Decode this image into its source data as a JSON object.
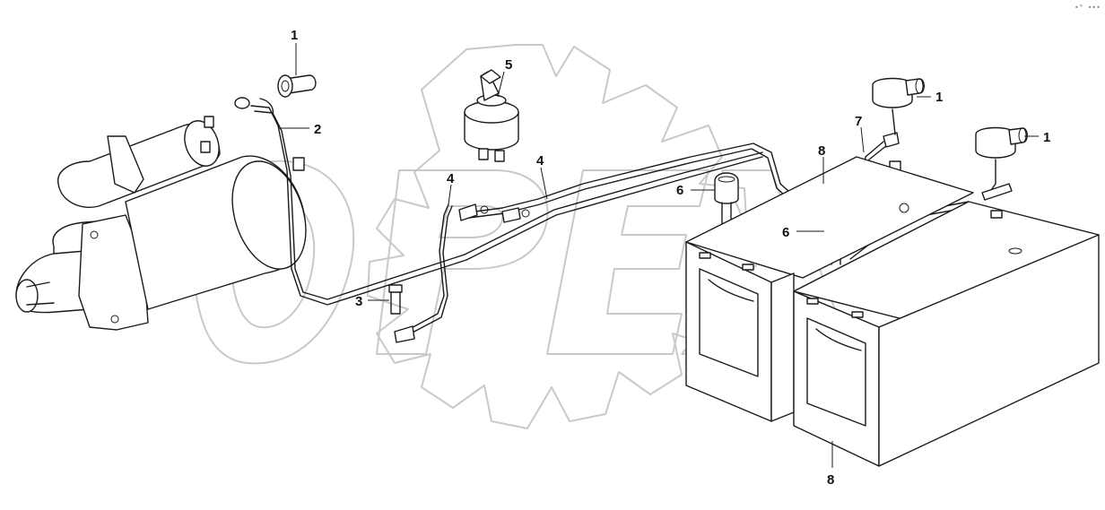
{
  "diagram": {
    "watermark": "OPEX",
    "corner_mark": "•° •••",
    "colors": {
      "line": "#1a1a1a",
      "watermark": "#c9c9c9",
      "background": "#ffffff"
    },
    "callouts": [
      {
        "id": "c1a",
        "label": "1",
        "part": "terminal-cap"
      },
      {
        "id": "c1b",
        "label": "1",
        "part": "terminal-cap"
      },
      {
        "id": "c1c",
        "label": "1",
        "part": "terminal-cap"
      },
      {
        "id": "c2",
        "label": "2",
        "part": "starter-cable"
      },
      {
        "id": "c3",
        "label": "3",
        "part": "bolt"
      },
      {
        "id": "c4a",
        "label": "4",
        "part": "ground-cable"
      },
      {
        "id": "c4b",
        "label": "4",
        "part": "ground-cable"
      },
      {
        "id": "c5",
        "label": "5",
        "part": "battery-switch"
      },
      {
        "id": "c6a",
        "label": "6",
        "part": "terminal-cap"
      },
      {
        "id": "c6b",
        "label": "6",
        "part": "terminal-cap"
      },
      {
        "id": "c7",
        "label": "7",
        "part": "jumper-cable"
      },
      {
        "id": "c8a",
        "label": "8",
        "part": "battery"
      },
      {
        "id": "c8b",
        "label": "8",
        "part": "battery"
      }
    ]
  }
}
